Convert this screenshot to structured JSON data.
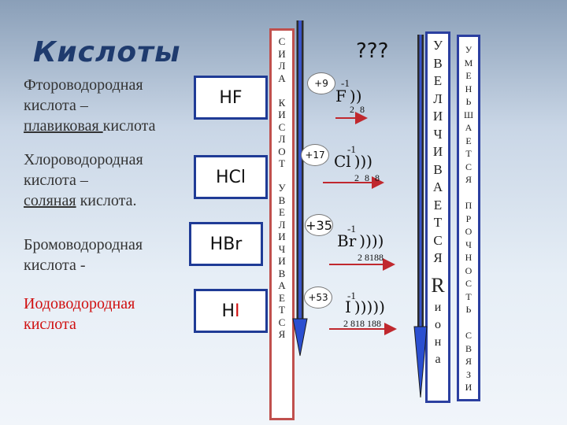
{
  "title": "Кислоты",
  "question": "???",
  "acids": [
    {
      "name_lines": [
        "Фтороводородная",
        "кислота –"
      ],
      "common_underlined": "плавиковая ",
      "common_rest": "кислота",
      "formula_a": "HF",
      "formula_b": ""
    },
    {
      "name_lines": [
        "Хлороводородная",
        " кислота –"
      ],
      "common_underlined": "соляная",
      "common_rest": " кислота.",
      "formula_a": "HCl",
      "formula_b": ""
    },
    {
      "name_lines": [
        "Бромоводородная",
        " кислота -"
      ],
      "formula_a": "HBr",
      "formula_b": ""
    },
    {
      "name_lines": [
        "Иодоводородная",
        "кислота"
      ],
      "formula_a": "H",
      "formula_b": "I"
    }
  ],
  "column_strength": {
    "letters": [
      "С",
      "И",
      "Л",
      "А",
      "",
      "К",
      "И",
      "С",
      "Л",
      "О",
      "Т",
      "",
      "У",
      "В",
      "Е",
      "Л",
      "И",
      "Ч",
      "И",
      "В",
      "А",
      "Е",
      "Т",
      "С",
      "Я"
    ]
  },
  "column_radius": {
    "letters": [
      "У",
      "В",
      "Е",
      "Л",
      "И",
      "Ч",
      "И",
      "В",
      "А",
      "Е",
      "Т",
      "С",
      "Я"
    ],
    "symbol": "R",
    "ion_letters": [
      "и",
      "о",
      "н",
      "а"
    ]
  },
  "column_bond": {
    "letters": [
      "У",
      "М",
      "Е",
      "Н",
      "Ь",
      "Ш",
      "А",
      "Е",
      "Т",
      "С",
      "Я",
      "",
      "П",
      "Р",
      "О",
      "Ч",
      "Н",
      "О",
      "С",
      "Т",
      "Ь",
      "",
      "С",
      "В",
      "Я",
      "З",
      "И"
    ]
  },
  "atoms": [
    {
      "charge": "+9",
      "ion": "-1",
      "symbol": "F",
      "arcs": "))",
      "shells": "2 8"
    },
    {
      "charge": "+17",
      "ion": "-1",
      "symbol": "Cl",
      "arcs": ")))",
      "shells": "2 8 8"
    },
    {
      "charge": "+35",
      "ion": "-1",
      "symbol": "Br",
      "arcs": "))))",
      "shells": "2 8188"
    },
    {
      "charge": "+53",
      "ion": "-1",
      "symbol": "I",
      "arcs": ")))))",
      "shells": "2 818 188"
    }
  ],
  "colors": {
    "title": "#1f3b6e",
    "box_border": "#1f3b96",
    "arrow": "#c0282e",
    "column_arrow": "#2b4fd0",
    "iodine_accent": "#d01010"
  }
}
